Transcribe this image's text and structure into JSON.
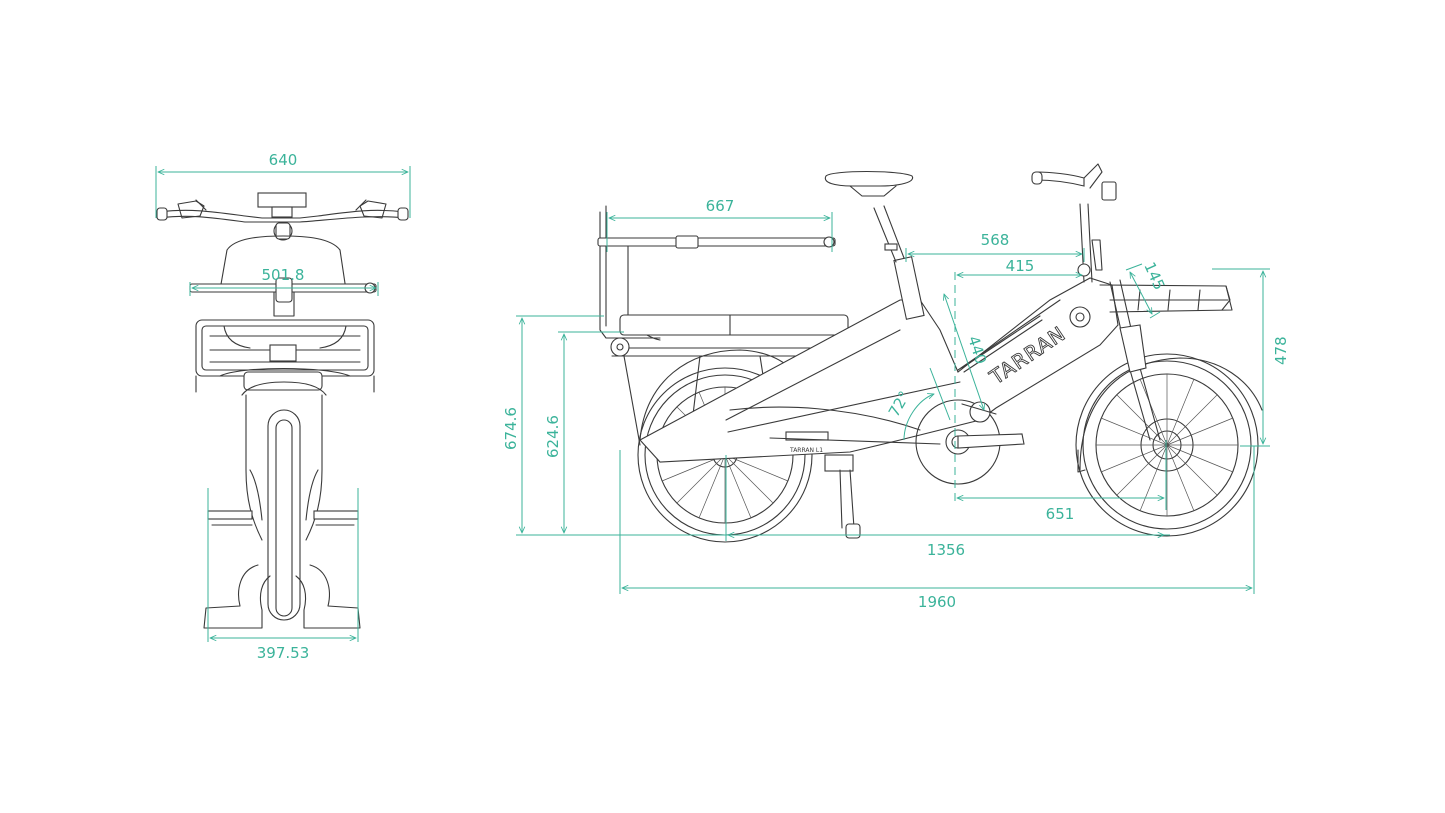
{
  "colors": {
    "dimension": "#3bb39a",
    "line": "#3a3a3a",
    "background": "#ffffff"
  },
  "front_view": {
    "handlebar_width": "640",
    "basket_width": "501.8",
    "stand_width": "397.53"
  },
  "side_view": {
    "brand_logo": "TARRAN",
    "model_label": "TARRAN L1",
    "rear_rack_length": "667",
    "reach_to_bar": "568",
    "reach": "415",
    "front_rack_depth": "145",
    "seat_tube_length": "440",
    "seat_tube_angle": "72°",
    "rear_rack_height": "674.6",
    "deck_height": "624.6",
    "front_rack_height": "478",
    "bb_to_front_axle": "651",
    "wheelbase": "1356",
    "overall_length": "1960"
  }
}
